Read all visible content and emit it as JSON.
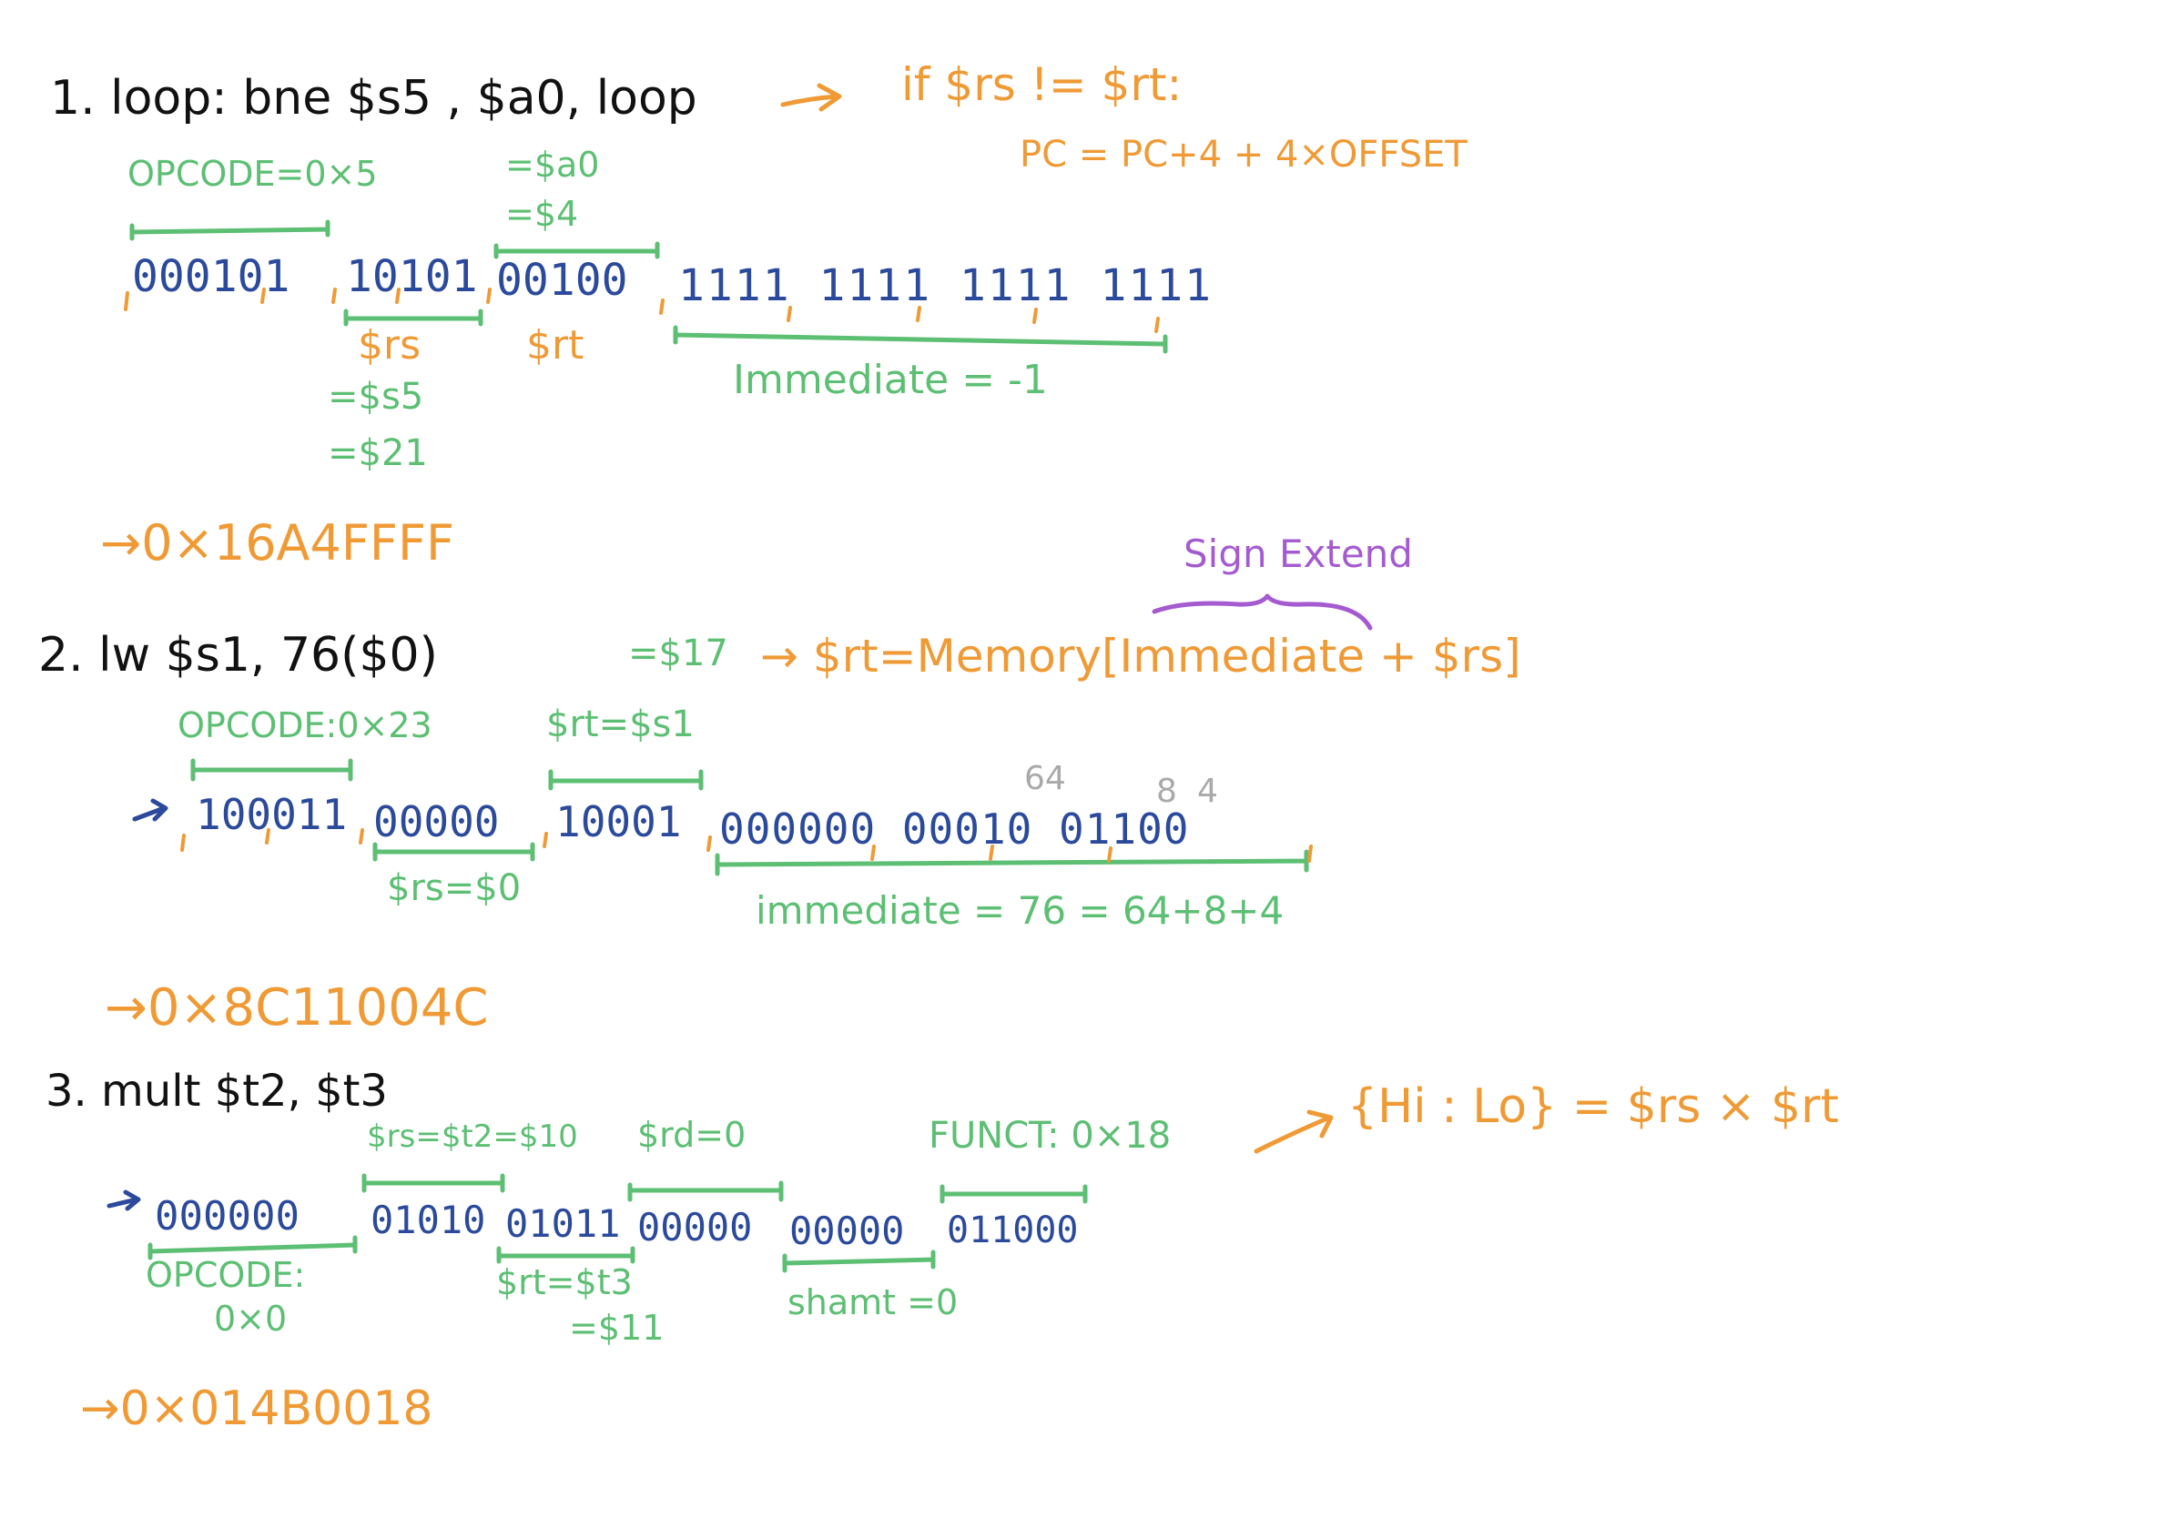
{
  "colors": {
    "black": "#111111",
    "blue": "#2b4a9b",
    "green": "#5cbf73",
    "orange": "#ef9a35",
    "purple": "#a55bd0",
    "gray": "#a9a9a9"
  },
  "problem1": {
    "instruction": "1. loop: bne  $s5 , $a0, loop",
    "note_line1": "if $rs != $rt:",
    "note_line2": "PC = PC+4 + 4×OFFSET",
    "opcode_label": "OPCODE=0×5",
    "rt_alias1": "=$a0",
    "rt_alias2": "=$4",
    "bits": {
      "opcode": "000101",
      "rs": "10101",
      "rt": "00100",
      "imm": "1111 1111 1111 1111"
    },
    "rs_label": "$rs",
    "rs_alias1": "=$s5",
    "rs_alias2": "=$21",
    "rt_label": "$rt",
    "imm_label": "Immediate  = -1",
    "result": "→0×16A4FFFF"
  },
  "problem2": {
    "instruction": "2. lw  $s1,  76($0)",
    "rt_eq": "=$17",
    "sign_extend": "Sign Extend",
    "formula": "→ $rt=Memory[Immediate + $rs]",
    "opcode_label": "OPCODE:0×23",
    "rt_label": "$rt=$s1",
    "hint_64": "64",
    "hint_8": "8",
    "hint_4": "4",
    "bits": {
      "opcode": "100011",
      "rs": "00000",
      "rt": "10001",
      "imm": "000000 00010 01100"
    },
    "rs_label": "$rs=$0",
    "imm_label": "immediate = 76 = 64+8+4",
    "result": "→0×8C11004C"
  },
  "problem3": {
    "instruction": "3. mult  $t2, $t3",
    "rs_label": "$rs=$t2=$10",
    "rd_label": "$rd=0",
    "funct_label": "FUNCT: 0×18",
    "formula": "{Hi : Lo} = $rs × $rt",
    "bits": {
      "opcode": "000000",
      "rs": "01010",
      "rt": "01011",
      "rd": "00000",
      "shamt": "00000",
      "funct": "011000"
    },
    "opcode_label1": "OPCODE:",
    "opcode_label2": "0×0",
    "rt_label1": "$rt=$t3",
    "rt_label2": "=$11",
    "shamt_label": "shamt =0",
    "result": "→0×014B0018"
  }
}
